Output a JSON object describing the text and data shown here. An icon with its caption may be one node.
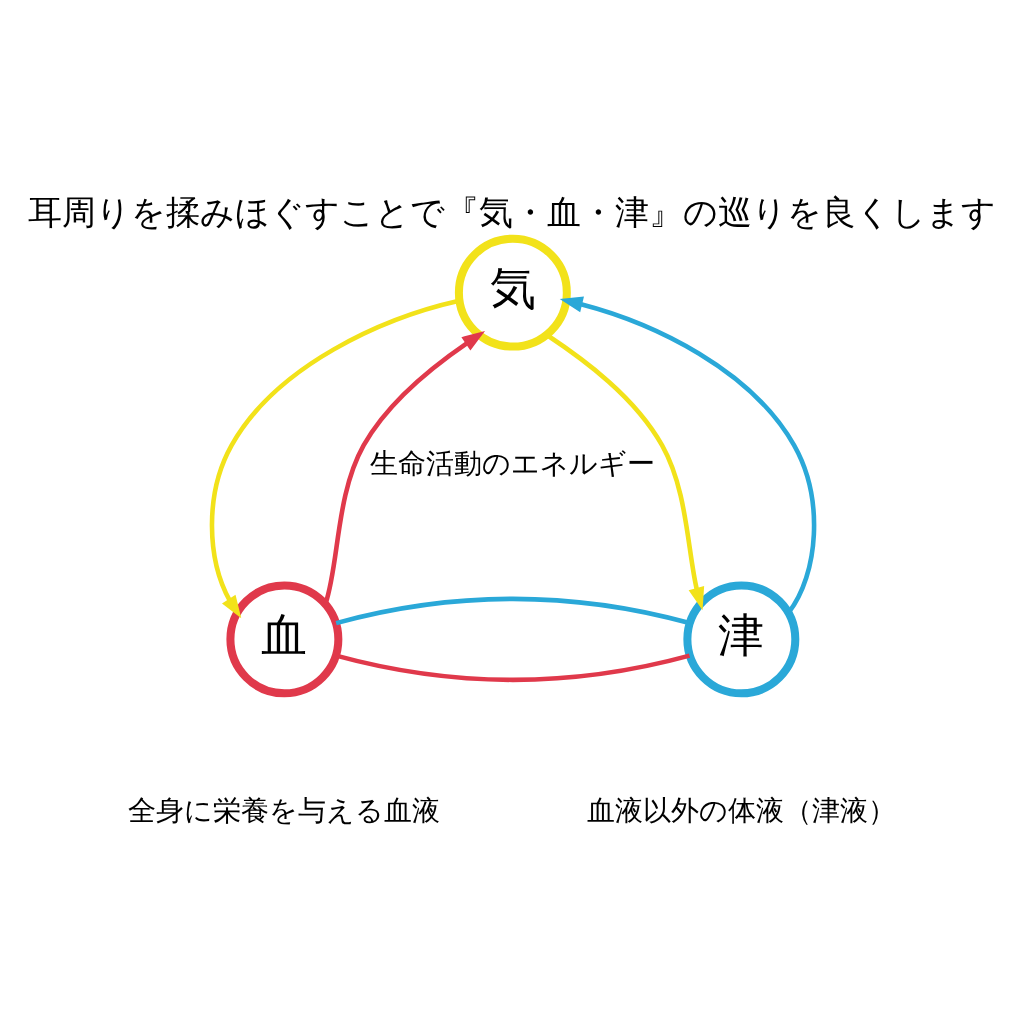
{
  "diagram": {
    "title": "耳周りを揉みほぐすことで『気・血・津』の巡りを良くします",
    "nodes": [
      {
        "text": [
          "気"
        ],
        "beside": [
          "生命活動のエネルギー"
        ]
      },
      {
        "text": [
          "血"
        ],
        "beside": [
          "全身に栄養を与える血液"
        ]
      },
      {
        "text": [
          "津"
        ],
        "beside": [
          "血液以外の体液（津液）"
        ]
      }
    ],
    "edges": [
      {
        "from": 0,
        "to": 1,
        "arrow": "to",
        "color": "#f2e21a"
      },
      {
        "from": 1,
        "to": 0,
        "arrow": "to",
        "color": "#e0394b"
      },
      {
        "from": 0,
        "to": 2,
        "arrow": "to",
        "color": "#f2e21a"
      },
      {
        "from": 2,
        "to": 0,
        "arrow": "to",
        "color": "#2aa8d8"
      },
      {
        "from": 1,
        "to": 2,
        "arrow": "none",
        "color": "#e0394b"
      },
      {
        "from": 1,
        "to": 2,
        "arrow": "none",
        "color": "#2aa8d8"
      }
    ]
  }
}
